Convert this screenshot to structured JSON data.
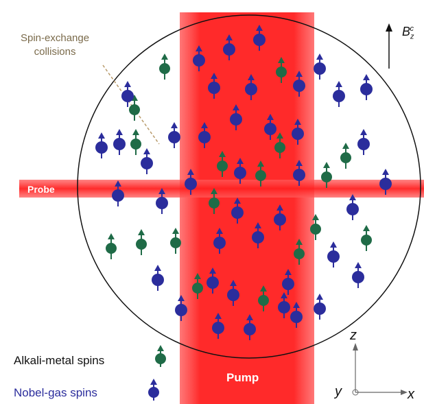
{
  "labels": {
    "callout_line1": "Spin-exchange",
    "callout_line2": "collisions",
    "probe": "Probe",
    "pump": "Pump",
    "legend_alkali": "Alkali-metal spins",
    "legend_noble": "Nobel-gas spins",
    "axis_b": "B",
    "axis_b_sub": "z",
    "axis_b_sup": "c",
    "axis_z": "z",
    "axis_y": "y",
    "axis_x": "x"
  },
  "colors": {
    "alkali": "#1f6b47",
    "noble": "#2b2d9c",
    "beam": "#ff2a2a",
    "cell_outline": "#111111",
    "callout": "#a08a60"
  }
}
